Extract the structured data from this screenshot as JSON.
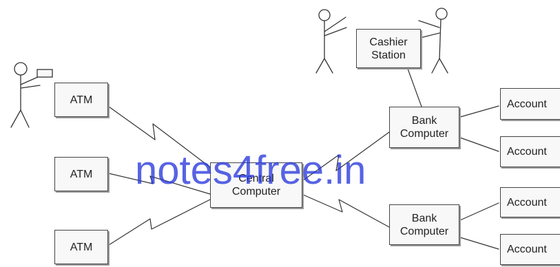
{
  "nodes": {
    "atm_1": "ATM",
    "atm_2": "ATM",
    "atm_3": "ATM",
    "central_computer": "Central\nComputer",
    "cashier_station": "Cashier\nStation",
    "bank_computer_1": "Bank\nComputer",
    "bank_computer_2": "Bank\nComputer",
    "account_1": "Account",
    "account_2": "Account",
    "account_3": "Account",
    "account_4": "Account"
  },
  "watermark": "notes4free.in",
  "colors": {
    "line": "#333333",
    "box_border": "#444444",
    "watermark": "#2837dc"
  }
}
